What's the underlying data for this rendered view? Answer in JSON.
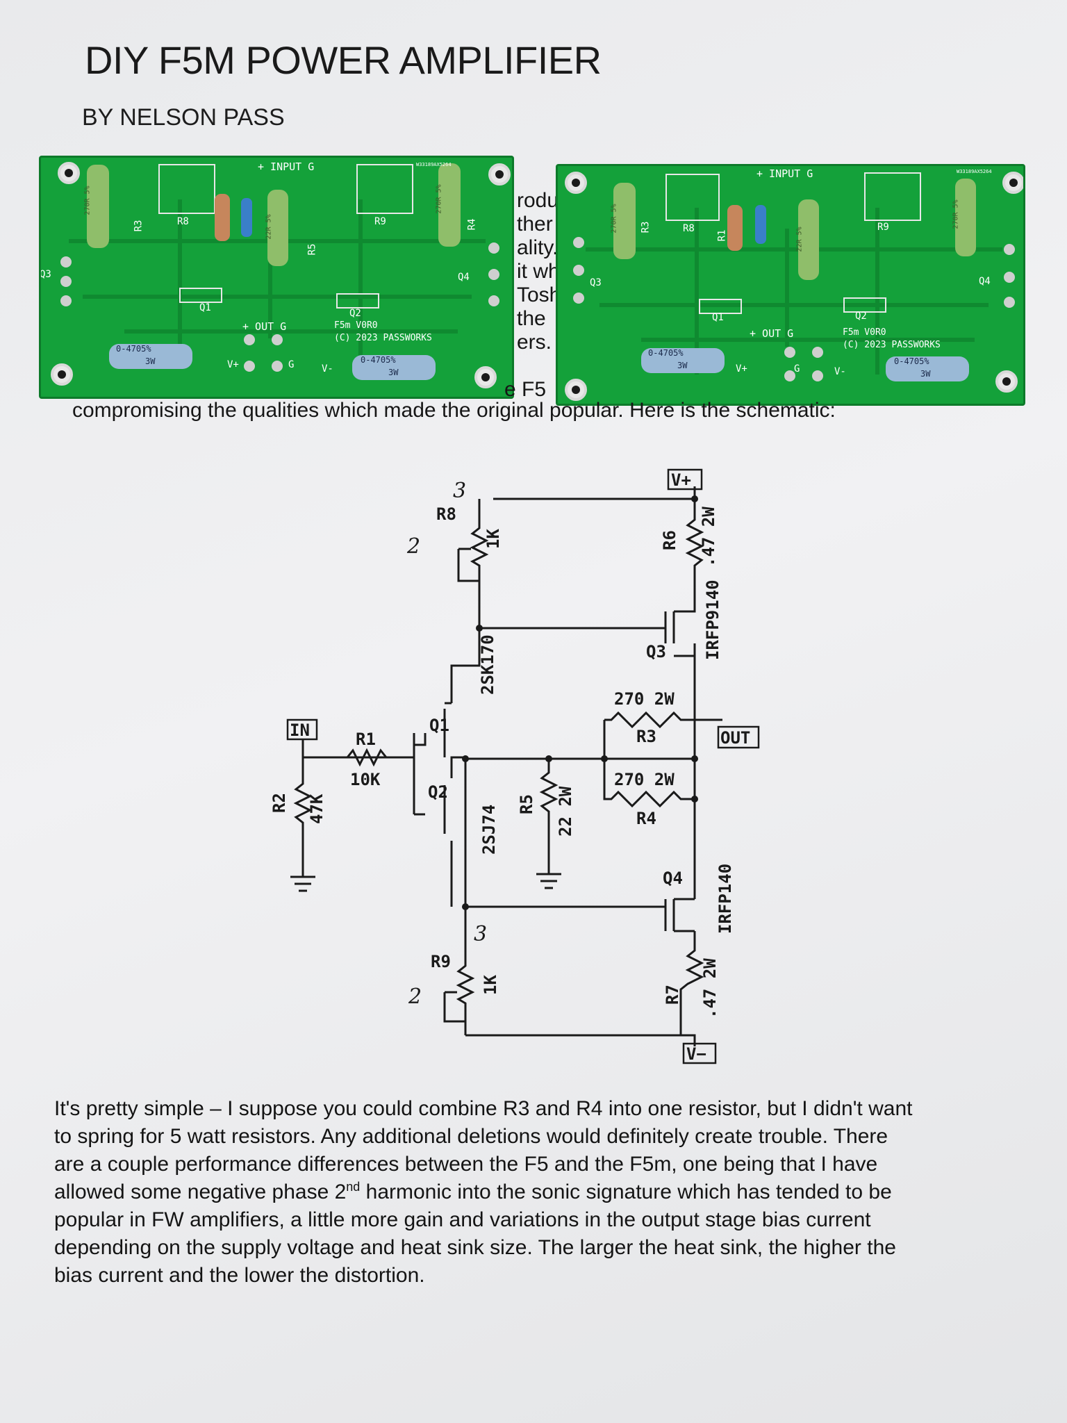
{
  "document": {
    "title": "DIY F5M POWER AMPLIFIER",
    "byline": "BY NELSON PASS"
  },
  "intro_fragments": [
    "rodu",
    "ther",
    "ality.",
    "it wh",
    "Tosh",
    "the",
    "ers.",
    "e F5"
  ],
  "caption_line": "compromising the qualities which made the original popular.  Here is the schematic:",
  "board_left": {
    "labels": {
      "input": "+ INPUT G",
      "output": "+ OUT G",
      "r3": "R3",
      "r8": "R8",
      "r9": "R9",
      "r4": "R4",
      "r5": "R5",
      "q1": "Q1",
      "q2": "Q2",
      "q3": "Q3",
      "q4": "Q4",
      "vplus": "V+",
      "g": "G",
      "vminus": "V-",
      "version": "F5m V0R0",
      "copyright": "(C) 2023  PASSWORKS",
      "res_270": "270R 5%",
      "res_22": "22R 5%",
      "res_047": "0-4705%",
      "res_3w": "3W",
      "serial": "W33189AX5264"
    }
  },
  "board_right": {
    "labels": {
      "input": "+ INPUT G",
      "output": "+ OUT G",
      "r3": "R3",
      "r8": "R8",
      "r9": "R9",
      "r1": "R1",
      "q1": "Q1",
      "q2": "Q2",
      "q3": "Q3",
      "q4": "Q4",
      "vplus": "V+",
      "g": "G",
      "vminus": "V-",
      "version": "F5m V0R0",
      "copyright": "(C) 2023  PASSWORKS",
      "res_270": "270R 5%",
      "res_22": "22R 5%",
      "res_047": "0-4705%",
      "res_3w": "3W",
      "serial": "W33189AX5264"
    }
  },
  "schematic": {
    "vplus": "V+",
    "vminus": "V−",
    "in": "IN",
    "out": "OUT",
    "r1": "R1",
    "r1_val": "10K",
    "r2": "R2",
    "r2_val": "47K",
    "r3": "R3",
    "r3_val": "270 2W",
    "r4": "R4",
    "r4_val": "270 2W",
    "r5": "R5",
    "r5_val": "22 2W",
    "r6": "R6",
    "r6_val": ".47 2W",
    "r7": "R7",
    "r7_val": ".47 2W",
    "r8": "R8",
    "r8_val": "1K",
    "r9": "R9",
    "r9_val": "1K",
    "q1": "Q1",
    "q1_part": "2SK170",
    "q2": "Q2",
    "q2_part": "2SJ74",
    "q3": "Q3",
    "q3_part": "IRFP9140",
    "q4": "Q4",
    "q4_part": "IRFP140",
    "hand_3_top": "3",
    "hand_2_top": "2",
    "hand_3_bot": "3",
    "hand_2_bot": "2"
  },
  "paragraph": {
    "line1": "It's pretty simple – I suppose you could combine R3 and R4 into one resistor, but I didn't want",
    "line2": "to spring for 5 watt resistors.  Any additional deletions would definitely create trouble.  There",
    "line3": "are a couple performance differences between the F5 and the F5m, one being that I have",
    "line4a": "allowed some negative phase 2",
    "line4sup": "nd",
    "line4b": " harmonic into the sonic signature which has tended to be",
    "line5": "popular in FW amplifiers, a little more gain and variations in the output stage bias current",
    "line6": "depending on the supply voltage and heat sink size.  The larger the heat sink, the higher the",
    "line7": "bias current and the lower the distortion."
  }
}
